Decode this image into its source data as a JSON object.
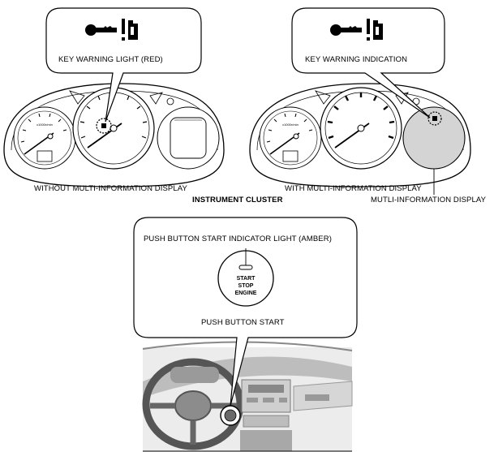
{
  "labels": {
    "key_warning_light": "KEY WARNING LIGHT (RED)",
    "key_warning_indication": "KEY WARNING INDICATION",
    "without_mid": "WITHOUT MULTI-INFORMATION DISPLAY",
    "with_mid": "WITH MULTI-INFORMATION DISPLAY",
    "instrument_cluster": "INSTRUMENT CLUSTER",
    "mutli_information_display": "MUTLI-INFORMATION DISPLAY",
    "push_button_indicator": "PUSH BUTTON START INDICATOR LIGHT (AMBER)",
    "push_button_start": "PUSH BUTTON START"
  },
  "button": {
    "line1": "START",
    "line2": "STOP",
    "line3": "ENGINE"
  },
  "gauge_small_text": "x1000r/min",
  "icons": {
    "key_warning": "key-warning-icon"
  },
  "colors": {
    "line": "#000000",
    "display_fill": "#d4d4d4",
    "dash_fill": "#ececec"
  }
}
